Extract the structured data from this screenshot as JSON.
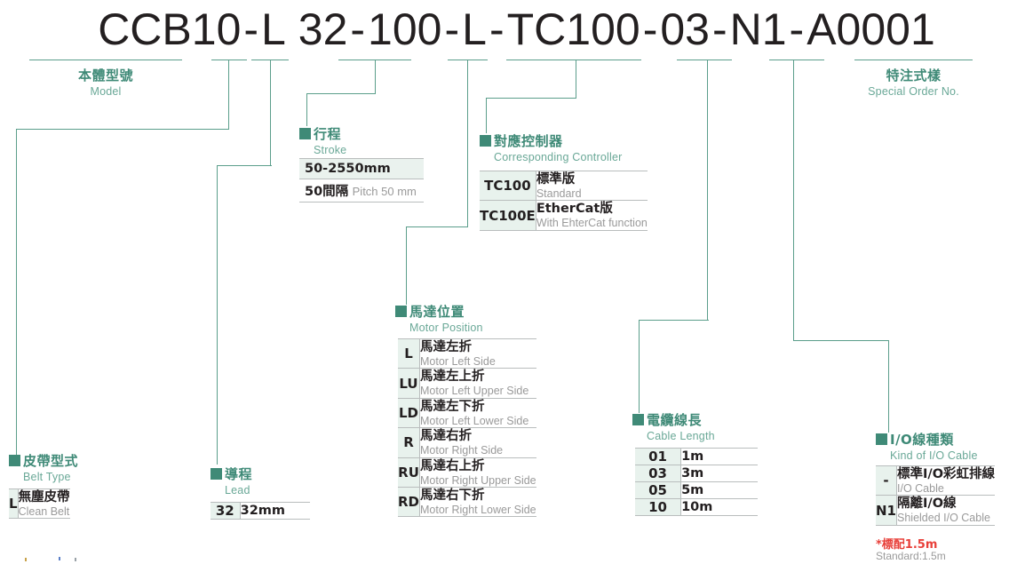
{
  "model_code": {
    "parts": [
      "CCB10",
      "-",
      "L",
      "32",
      "-",
      "100",
      "-",
      "L",
      "-",
      "TC100",
      "-",
      "03",
      "-",
      "N1",
      "-",
      "A0001"
    ]
  },
  "colors": {
    "accent_teal": "#3f8a77",
    "line_teal": "#5b9e8b",
    "label_en": "#6aa897",
    "cell_bg": "#e8f2ed",
    "desc_en": "#9a9a9a",
    "note_red": "#e8403a",
    "code_text": "#231f20"
  },
  "sections": {
    "model": {
      "cn": "本體型號",
      "en": "Model"
    },
    "special_order": {
      "cn": "特注式樣",
      "en": "Special Order No."
    },
    "stroke": {
      "cn": "行程",
      "en": "Stroke",
      "rows": [
        {
          "main": "50-2550mm",
          "sub": ""
        },
        {
          "main": "50間隔",
          "sub": "Pitch 50 mm"
        }
      ]
    },
    "controller": {
      "cn": "對應控制器",
      "en": "Corresponding Controller",
      "rows": [
        {
          "code": "TC100",
          "cn": "標準版",
          "en": "Standard"
        },
        {
          "code": "TC100E",
          "cn": "EtherCat版",
          "en": "With EhterCat function"
        }
      ]
    },
    "motor_position": {
      "cn": "馬達位置",
      "en": "Motor Position",
      "rows": [
        {
          "code": "L",
          "cn": "馬達左折",
          "en": "Motor Left Side"
        },
        {
          "code": "LU",
          "cn": "馬達左上折",
          "en": "Motor Left Upper Side"
        },
        {
          "code": "LD",
          "cn": "馬達左下折",
          "en": "Motor Left Lower Side"
        },
        {
          "code": "R",
          "cn": "馬達右折",
          "en": "Motor Right Side"
        },
        {
          "code": "RU",
          "cn": "馬達右上折",
          "en": "Motor Right Upper Side"
        },
        {
          "code": "RD",
          "cn": "馬達右下折",
          "en": "Motor Right Lower Side"
        }
      ]
    },
    "cable_length": {
      "cn": "電纜線長",
      "en": "Cable Length",
      "rows": [
        {
          "code": "01",
          "value": "1m"
        },
        {
          "code": "03",
          "value": "3m"
        },
        {
          "code": "05",
          "value": "5m"
        },
        {
          "code": "10",
          "value": "10m"
        }
      ]
    },
    "io_cable": {
      "cn": "I/O線種類",
      "en": "Kind of I/O Cable",
      "rows": [
        {
          "code": "-",
          "cn": "標準I/O彩虹排線",
          "en": "I/O Cable"
        },
        {
          "code": "N1",
          "cn": "隔離I/O線",
          "en": "Shielded I/O Cable"
        }
      ],
      "note_red": "*標配1.5m",
      "note_gray": "Standard:1.5m"
    },
    "belt_type": {
      "cn": "皮帶型式",
      "en": "Belt Type",
      "rows": [
        {
          "code": "L",
          "cn": "無塵皮帶",
          "en": "Clean Belt"
        }
      ]
    },
    "lead": {
      "cn": "導程",
      "en": "Lead",
      "rows": [
        {
          "code": "32",
          "value": "32mm"
        }
      ]
    }
  }
}
